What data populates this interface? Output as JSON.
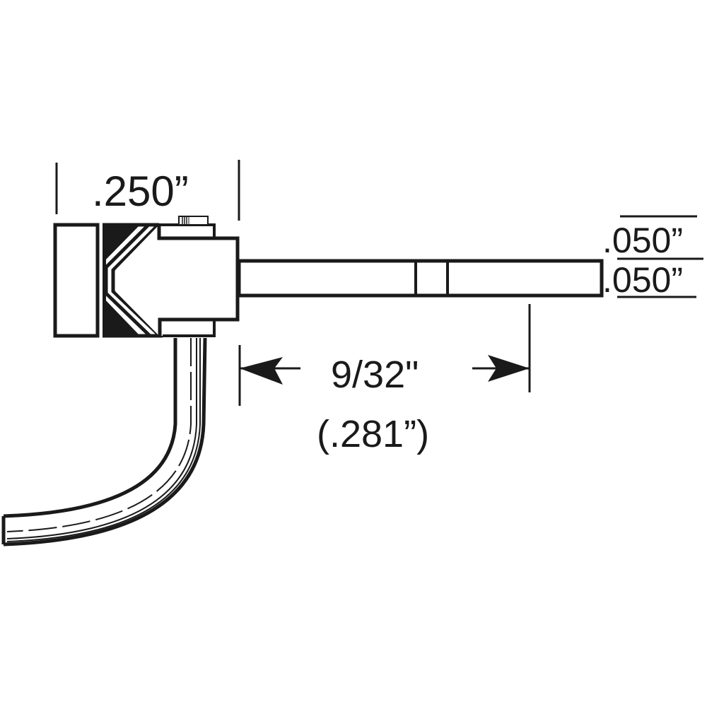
{
  "diagram": {
    "subject": "coupler with offset shank and trip pin",
    "line_color": "#1a1a1a",
    "background": "#ffffff",
    "dimensions": {
      "head_width": ".250”",
      "shank_top_thickness": ".050”",
      "shank_bottom_thickness": ".050”",
      "shank_length_fraction": "9/32\"",
      "shank_length_decimal": "(.281”)"
    }
  }
}
